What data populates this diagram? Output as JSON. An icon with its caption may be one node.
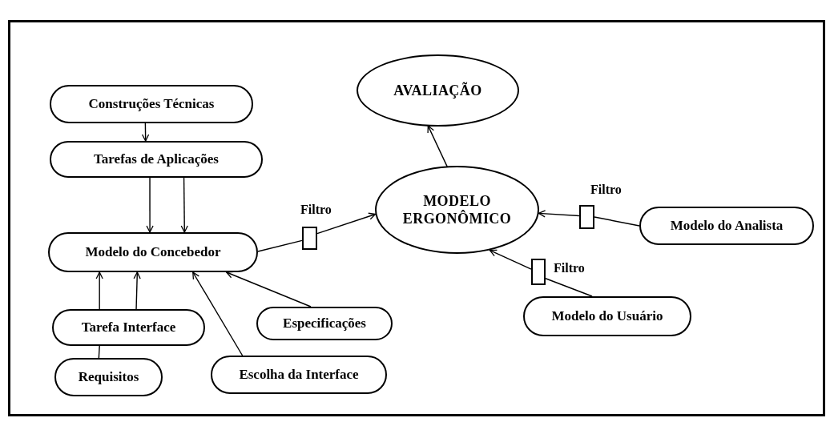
{
  "diagram": {
    "nodes": [
      {
        "text": [
          "Construções Técnicas"
        ]
      },
      {
        "text": [
          "Tarefas de Aplicações"
        ]
      },
      {
        "text": [
          "AVALIAÇÃO"
        ]
      },
      {
        "text": [
          "MODELO ERGONÔMICO"
        ]
      },
      {
        "text": [
          "Modelo do Concebedor"
        ]
      },
      {
        "text": [],
        "shape": "box",
        "beside": [
          "Filtro"
        ]
      },
      {
        "text": [],
        "shape": "box",
        "beside": [
          "Filtro"
        ]
      },
      {
        "text": [
          "Modelo do Analista"
        ]
      },
      {
        "text": [],
        "shape": "box",
        "beside": [
          "Filtro"
        ]
      },
      {
        "text": [
          "Tarefa Interface"
        ]
      },
      {
        "text": [
          "Especificações"
        ]
      },
      {
        "text": [
          "Modelo do Usuário"
        ]
      },
      {
        "text": [
          "Requisitos"
        ]
      },
      {
        "text": [
          "Escolha da Interface"
        ]
      }
    ],
    "edges": [
      {
        "from": 0,
        "to": 1,
        "arrow": "to"
      },
      {
        "from": 1,
        "to": 4,
        "arrow": "to"
      },
      {
        "from": 1,
        "to": 4,
        "arrow": "to"
      },
      {
        "from": 9,
        "to": 4,
        "arrow": "to"
      },
      {
        "from": 9,
        "to": 4,
        "arrow": "to"
      },
      {
        "from": 12,
        "to": 9,
        "arrow": "none"
      },
      {
        "from": 13,
        "to": 4,
        "arrow": "to"
      },
      {
        "from": 10,
        "to": 4,
        "arrow": "to"
      },
      {
        "from": 4,
        "to": 5,
        "arrow": "none"
      },
      {
        "from": 5,
        "to": 3,
        "arrow": "to"
      },
      {
        "from": 3,
        "to": 2,
        "arrow": "to"
      },
      {
        "from": 7,
        "to": 6,
        "arrow": "none"
      },
      {
        "from": 6,
        "to": 3,
        "arrow": "to"
      },
      {
        "from": 11,
        "to": 8,
        "arrow": "none"
      },
      {
        "from": 8,
        "to": 3,
        "arrow": "to"
      }
    ]
  }
}
